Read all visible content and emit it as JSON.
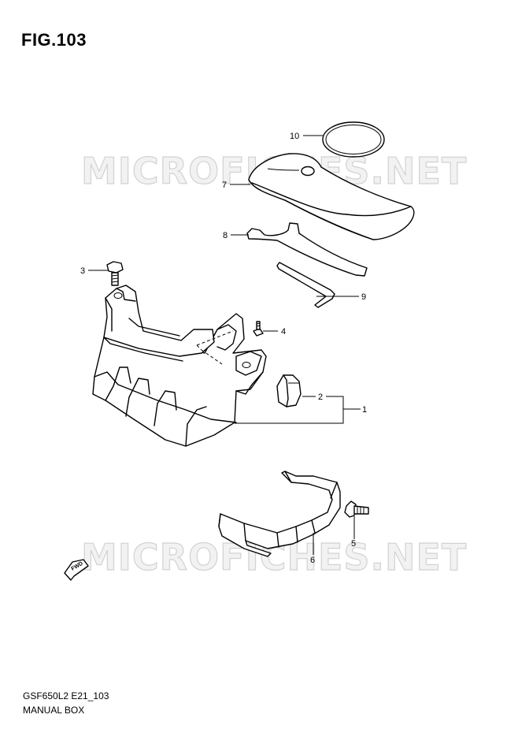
{
  "figure": {
    "title": "FIG.103"
  },
  "footer": {
    "model_code": "GSF650L2 E21_103",
    "section_name": "MANUAL BOX"
  },
  "watermark": {
    "text": "MICROFICHES.NET"
  },
  "fwd_arrow": {
    "label": "FWD"
  },
  "callouts": {
    "c1": "1",
    "c2": "2",
    "c3": "3",
    "c4": "4",
    "c5": "5",
    "c6": "6",
    "c7": "7",
    "c8": "8",
    "c9": "9",
    "c10": "10"
  }
}
